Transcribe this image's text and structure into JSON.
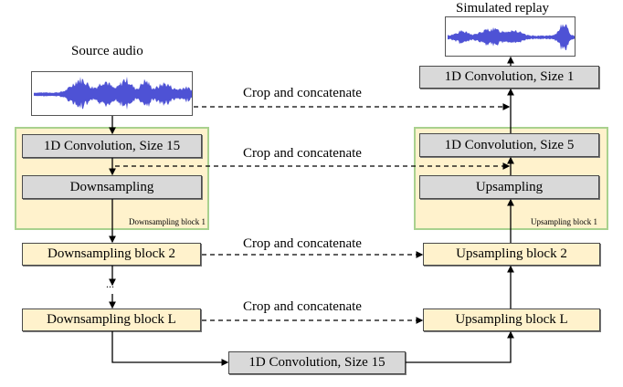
{
  "encoder": {
    "input_label": "Source audio",
    "block1": {
      "conv_label": "1D Convolution, Size 15",
      "down_label": "Downsampling",
      "group_label": "Downsampling block 1"
    },
    "block2_label": "Downsampling block 2",
    "ellipsis": "...",
    "blockL_label": "Downsampling block L"
  },
  "bottleneck": {
    "label": "1D Convolution, Size 15"
  },
  "decoder": {
    "output_label": "Simulated replay",
    "final_conv_label": "1D Convolution, Size 1",
    "block1": {
      "conv_label": "1D Convolution, Size 5",
      "up_label": "Upsampling",
      "group_label": "Upsampling block 1"
    },
    "block2_label": "Upsampling block 2",
    "blockL_label": "Upsampling block L"
  },
  "skip_connections": [
    {
      "label": "Crop and concatenate"
    },
    {
      "label": "Crop and concatenate"
    },
    {
      "label": "Crop and concatenate"
    },
    {
      "label": "Crop and concatenate"
    }
  ],
  "colors": {
    "waveform": "#3b3fd0",
    "block_fill": "#fff2cc",
    "group_border": "#a9d18e",
    "op_fill": "#d9d9d9"
  }
}
